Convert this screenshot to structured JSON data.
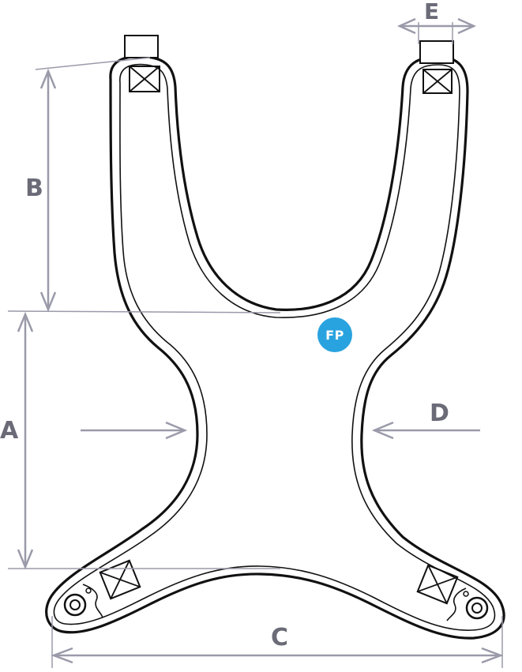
{
  "colors": {
    "dimension": "#9a9aaa",
    "label": "#6b6b78",
    "outline": "#111111",
    "badge": "#29a3df",
    "badge_text": "#ffffff"
  },
  "labels": {
    "a": "A",
    "b": "B",
    "c": "C",
    "d": "D",
    "e": "E"
  },
  "badge": {
    "text": "FP"
  }
}
